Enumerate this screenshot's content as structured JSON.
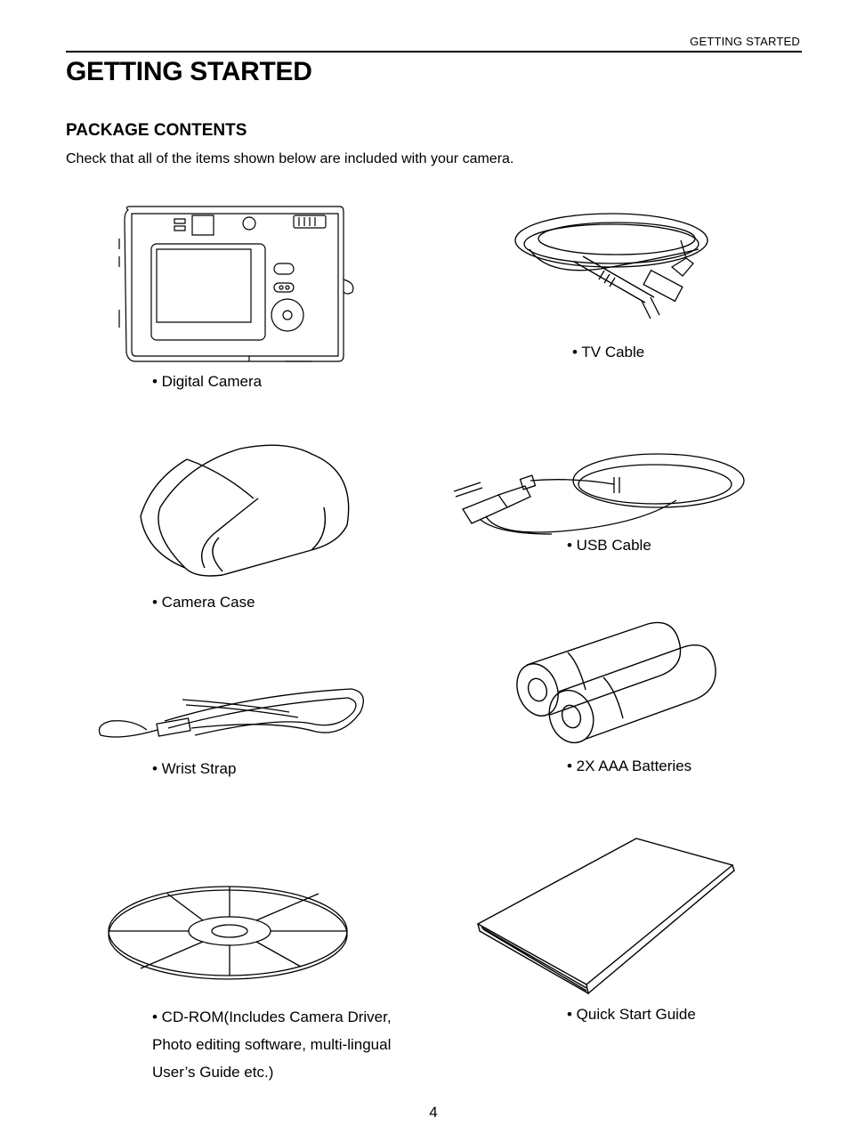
{
  "header": {
    "running_head": "GETTING STARTED",
    "title": "GETTING STARTED"
  },
  "section": {
    "heading": "PACKAGE CONTENTS",
    "intro": "Check that all of the items shown below are included with your camera."
  },
  "items": [
    {
      "label": "• Digital Camera",
      "icon": "camera-icon"
    },
    {
      "label": "• TV Cable",
      "icon": "tv-cable-icon"
    },
    {
      "label": "• Camera Case",
      "icon": "camera-case-icon"
    },
    {
      "label": "• USB Cable",
      "icon": "usb-cable-icon"
    },
    {
      "label": "• Wrist Strap",
      "icon": "wrist-strap-icon"
    },
    {
      "label": "• 2X AAA Batteries",
      "icon": "batteries-icon"
    },
    {
      "label_lines": [
        "• CD-ROM(Includes Camera Driver,",
        "Photo editing software, multi-lingual",
        "User’s Guide etc.)"
      ],
      "icon": "cd-rom-icon"
    },
    {
      "label": "• Quick Start Guide",
      "icon": "quick-start-guide-icon"
    }
  ],
  "footer": {
    "page_number": "4"
  }
}
